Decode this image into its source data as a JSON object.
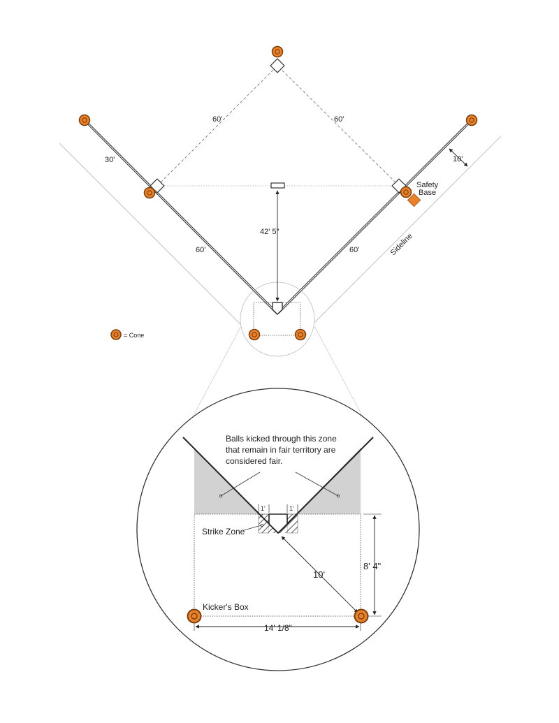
{
  "field": {
    "dist_home_first": "60'",
    "dist_home_third": "60'",
    "dist_first_second": "60'",
    "dist_third_second": "60'",
    "dist_foul_extension": "30'",
    "dist_sideline": "10'",
    "dist_pitch": "42' 5\"",
    "safety_base_line1": "Safety",
    "safety_base_line2": "Base",
    "sideline_label": "Sideline"
  },
  "legend": {
    "cone_label": "= Cone"
  },
  "inset": {
    "note_line1": "Balls kicked through this zone",
    "note_line2": "that remain in fair territory are",
    "note_line3": "considered fair.",
    "strike_zone_label": "Strike Zone",
    "kickers_box_label": "Kicker's Box",
    "one_foot_left": "1'",
    "one_foot_right": "1'",
    "diag_dist": "10'",
    "box_depth": "8' 4\"",
    "box_width": "14' 1/8\""
  },
  "colors": {
    "cone_fill": "#e8822a",
    "cone_ring": "#7a3d0e",
    "safety_base": "#e8822a",
    "fair_zone": "#d2d2d2",
    "line": "#333333",
    "guide": "#bbbbbb"
  }
}
